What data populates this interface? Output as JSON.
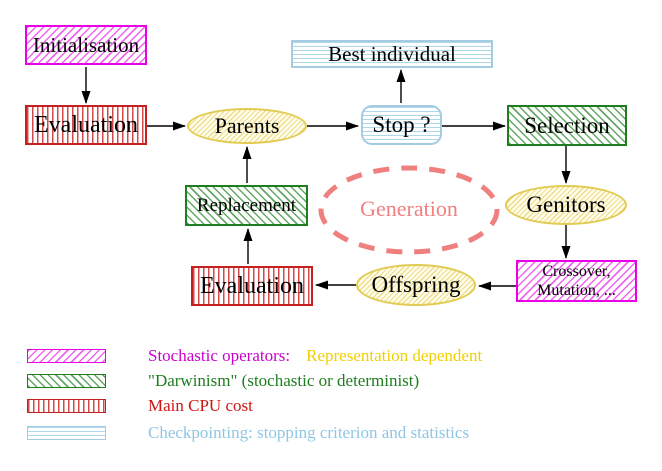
{
  "diagram": {
    "nodes": {
      "initialisation": "Initialisation",
      "evaluation_top": "Evaluation",
      "parents": "Parents",
      "best_individual": "Best individual",
      "stop": "Stop ?",
      "selection": "Selection",
      "genitors": "Genitors",
      "crossover_line1": "Crossover,",
      "crossover_line2": "Mutation, ...",
      "offspring": "Offspring",
      "evaluation_bottom": "Evaluation",
      "replacement": "Replacement",
      "generation": "Generation"
    },
    "arrows": [
      "initialisation->evaluation",
      "evaluation->parents",
      "parents->stop",
      "stop->best-individual",
      "stop->selection",
      "selection->genitors",
      "genitors->crossover-mutation",
      "crossover-mutation->offspring",
      "offspring->evaluation",
      "evaluation->replacement",
      "replacement->parents"
    ]
  },
  "legend": {
    "items": [
      {
        "swatch": "magenta-diagonal-hatch",
        "label": "Stochastic operators:",
        "label2": "Representation dependent",
        "label_color": "#CC00CC",
        "label2_color": "#F0D000"
      },
      {
        "swatch": "green-diagonal-hatch",
        "label": "\"Darwinism\" (stochastic or determinist)",
        "label_color": "#1E7E1E"
      },
      {
        "swatch": "red-vertical-hatch",
        "label": "Main CPU cost",
        "label_color": "#CC1616"
      },
      {
        "swatch": "cyan-horizontal-hatch",
        "label": "Checkpointing: stopping criterion and statistics",
        "label_color": "#8FC6E4"
      }
    ]
  },
  "colors": {
    "magenta_border": "#E800E8",
    "green_border": "#1E7E1E",
    "red_border": "#C42020",
    "cyan_border": "#A4CCE0",
    "yellow_border": "#E2CB52",
    "generation_dash": "#F08080",
    "arrow": "#000000",
    "background": "#FFFFFF"
  }
}
